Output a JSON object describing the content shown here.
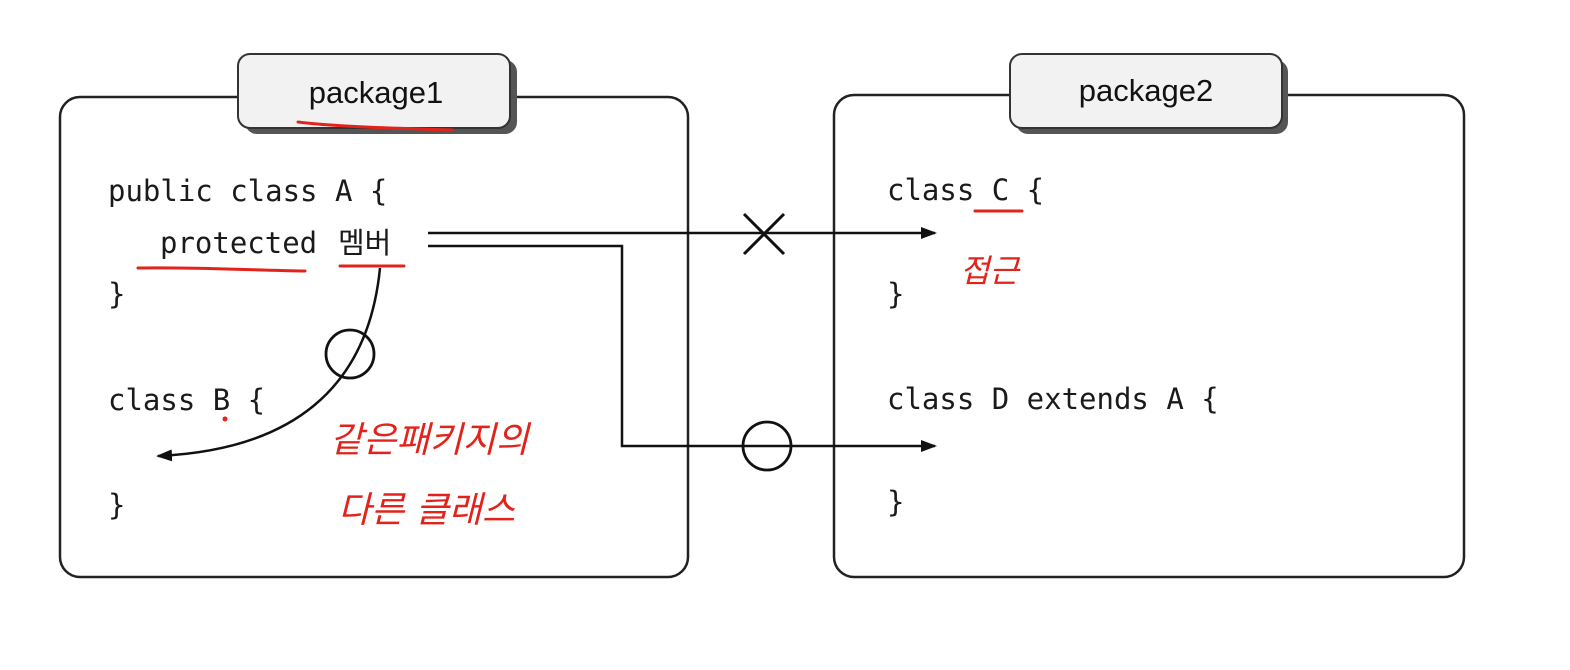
{
  "package1": {
    "tab_label": "package1",
    "class_a_decl": "public class A {",
    "member_keyword": "protected",
    "member_word": "멤버",
    "class_a_close": "}",
    "class_b_decl": "class B {",
    "class_b_close": "}"
  },
  "package2": {
    "tab_label": "package2",
    "class_c_decl": "class C {",
    "class_c_close": "}",
    "class_d_decl": "class D extends A {",
    "class_d_close": "}"
  },
  "annotations": {
    "note_c": "접근",
    "note_b_line1": "같은패키지의",
    "note_b_line2": "다른 클래스"
  },
  "colors": {
    "ink": "#111111",
    "annotation_red": "#e3231b",
    "tab_fill": "#f2f2f2"
  }
}
